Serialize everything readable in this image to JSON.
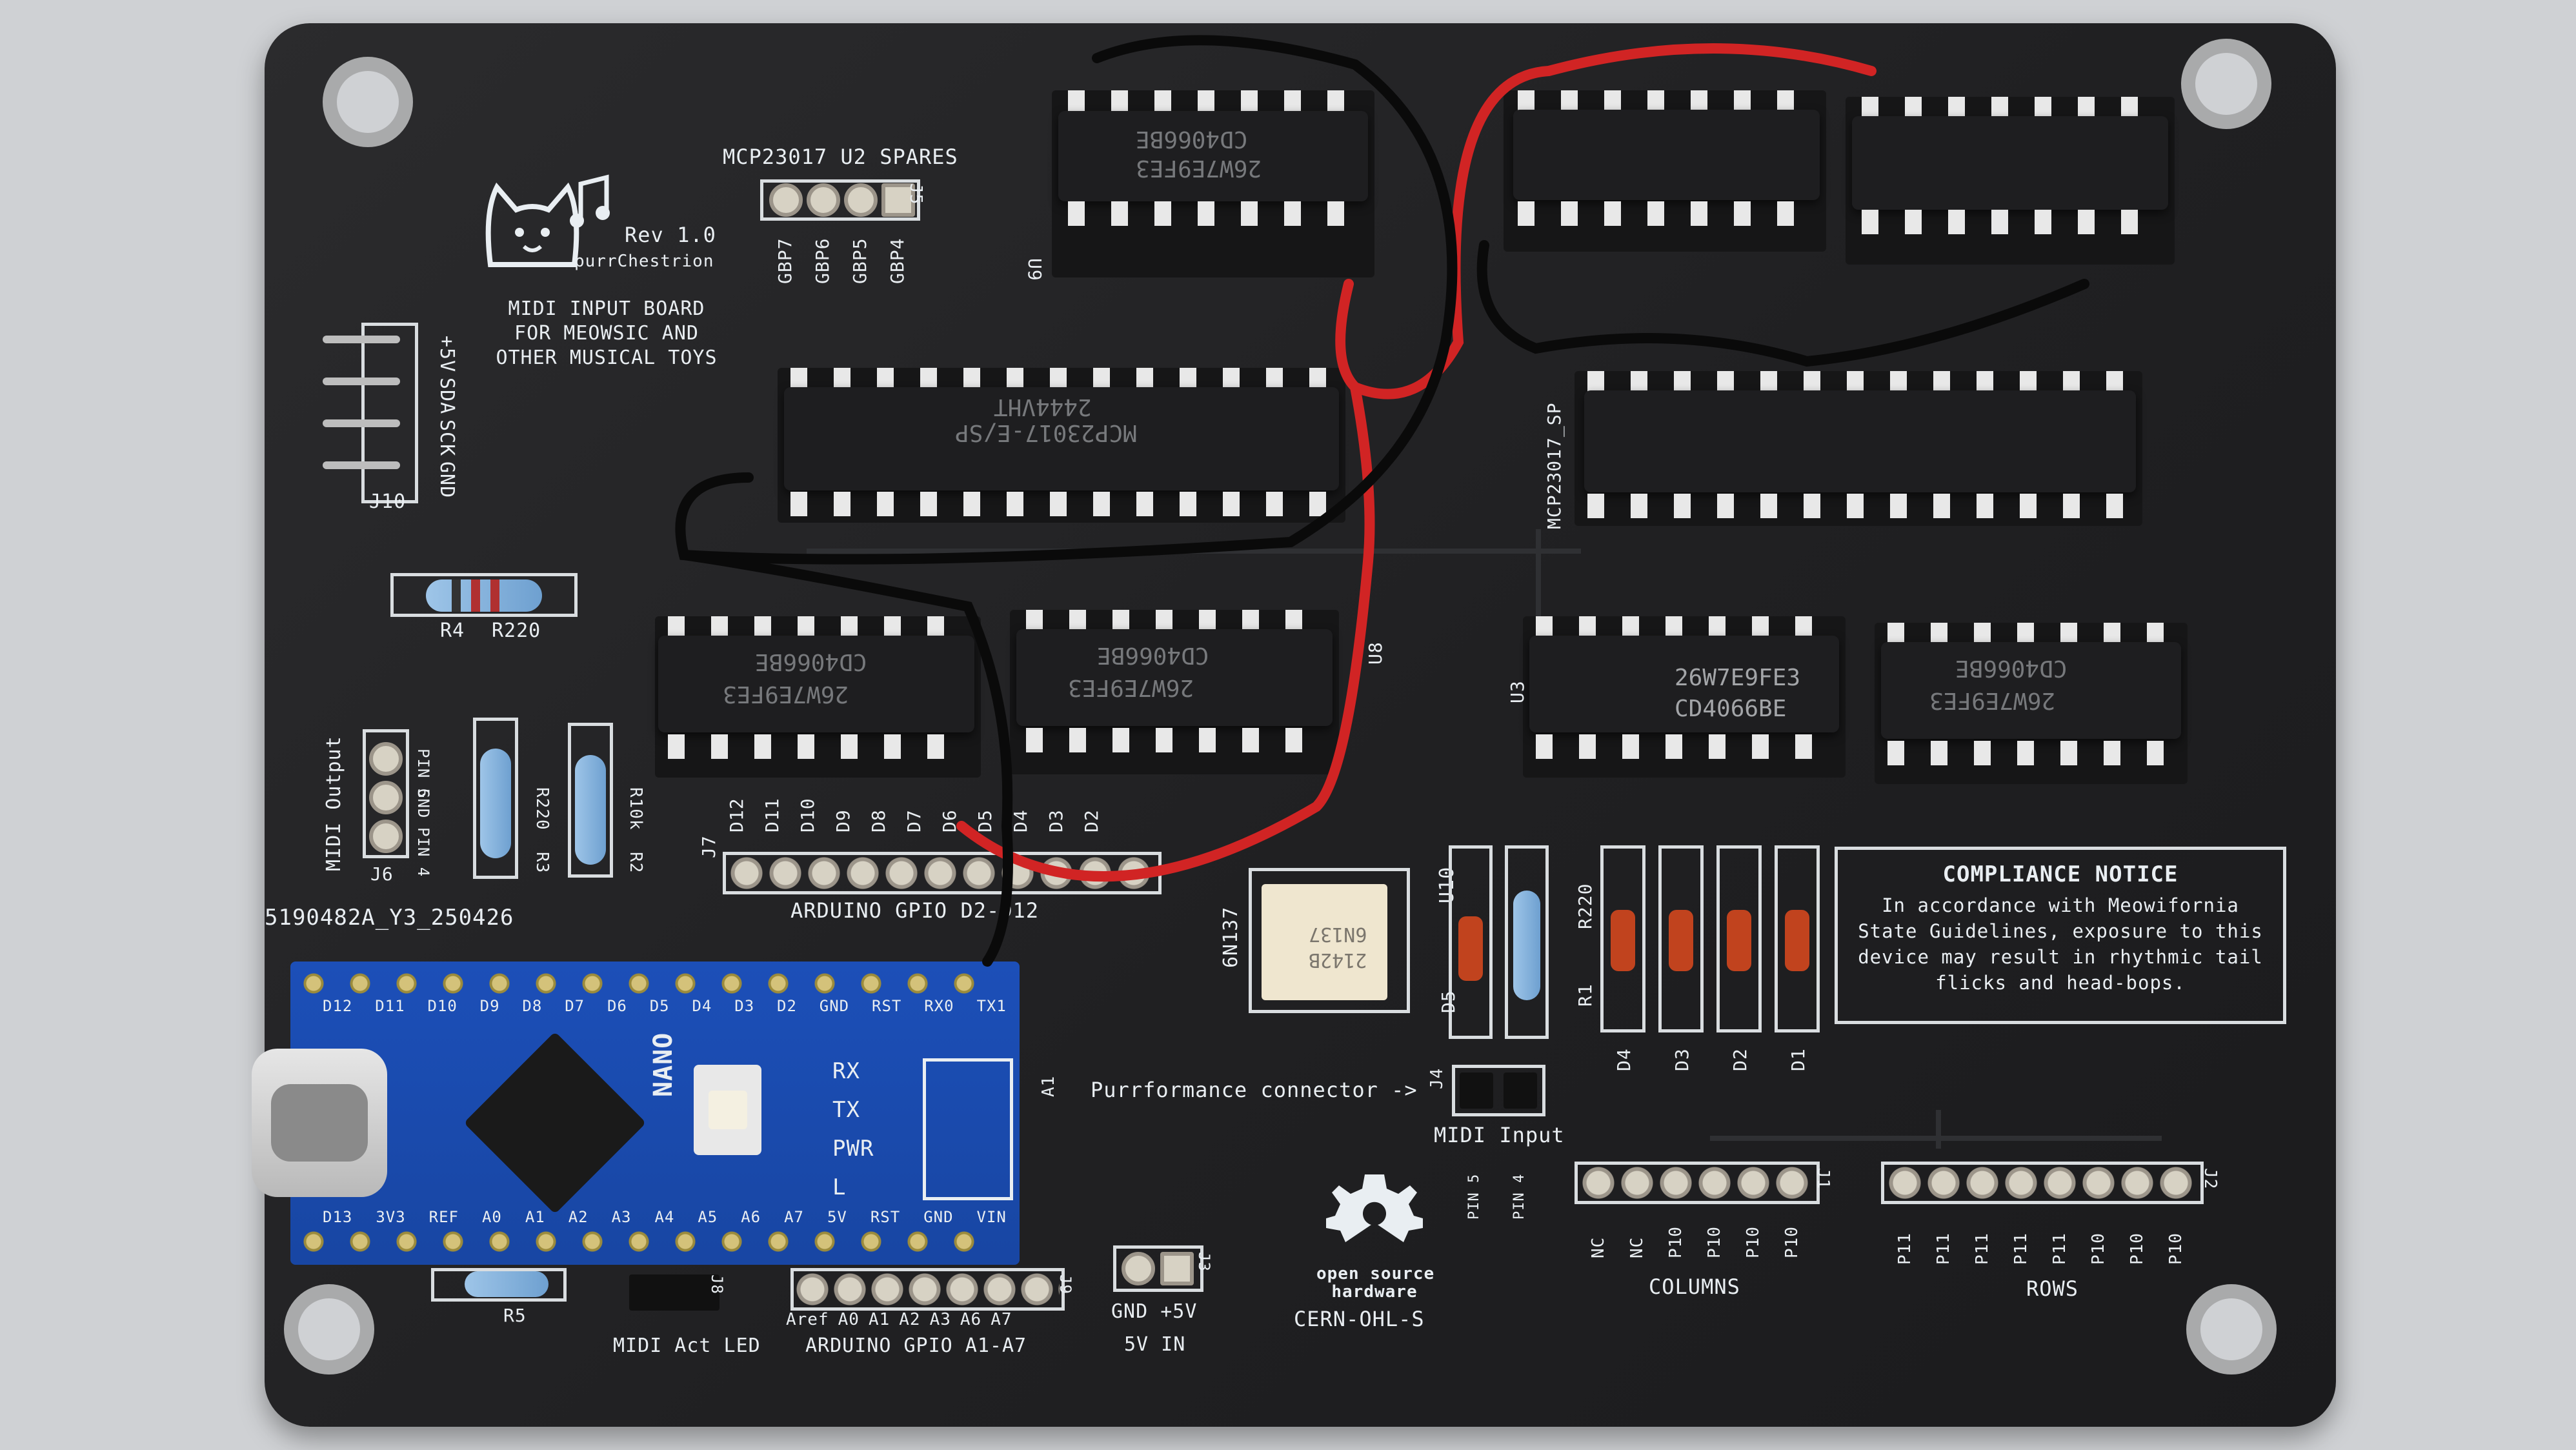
{
  "board": {
    "spares_title": "MCP23017 U2 SPARES",
    "spares_pins": [
      "GBP7",
      "GBP6",
      "GBP5",
      "GBP4"
    ],
    "spares_ref": "J5",
    "revision": "Rev 1.0",
    "brand": "purrChestrion",
    "description_lines": [
      "MIDI INPUT BOARD",
      "FOR MEOWSIC AND",
      "OTHER MUSICAL TOYS"
    ],
    "j10_pins": [
      "+5V",
      "SDA",
      "SCK",
      "GND"
    ],
    "j10_ref": "J10",
    "r4_label": "R4",
    "r4_value": "R220",
    "midi_output_title": "MIDI Output",
    "midi_output_pins": [
      "PIN 5",
      "GND",
      "PIN 4"
    ],
    "j6_ref": "J6",
    "r3_ref": "R3",
    "r3_value": "R220",
    "r2_ref": "R2",
    "r2_value": "R10k",
    "gpio_pins": [
      "D12",
      "D11",
      "D10",
      "D9",
      "D8",
      "D7",
      "D6",
      "D5",
      "D4",
      "D3",
      "D2"
    ],
    "j7_ref": "J7",
    "gpio_title": "ARDUINO GPIO D2-D12",
    "part_code": "5190482A_Y3_250426",
    "u9_ref": "U9",
    "u8_ref": "U8",
    "u3_ref": "U3",
    "u10_ref": "U10",
    "sp_ref": "MCP23017_SP",
    "optocoupler_ref": "6N137",
    "optocoupler_marking": [
      "6N137",
      "2142B"
    ],
    "d5_ref": "D5",
    "r1_ref": "R1",
    "r1_value": "R220",
    "diodes_refs": [
      "D4",
      "D3",
      "D2",
      "D1"
    ],
    "compliance_title": "COMPLIANCE NOTICE",
    "compliance_text": "In accordance with Meowifornia State Guidelines, exposure to this device may result in rhythmic tail flicks and head-bops.",
    "purrformance": "Purrformance connector ->",
    "j4_ref": "J4",
    "midi_input": "MIDI Input",
    "midi_input_pins": [
      "PIN 5",
      "PIN 4"
    ],
    "columns_pins": [
      "NC",
      "NC",
      "P10",
      "P10",
      "P10",
      "P10"
    ],
    "columns_title": "COLUMNS",
    "j1_ref": "J1",
    "rows_pins": [
      "P11",
      "P11",
      "P11",
      "P11",
      "P11",
      "P10",
      "P10",
      "P10"
    ],
    "rows_title": "ROWS",
    "j2_ref": "J2",
    "osh_lines": [
      "open source",
      "hardware"
    ],
    "license": "CERN-OHL-S",
    "power_pins": "GND +5V",
    "power_title": "5V IN",
    "j3_ref": "J3",
    "r5_ref": "R5",
    "midi_act_led": "MIDI Act LED",
    "j8_ref": "J8",
    "analog_pins": [
      "Aref",
      "A0",
      "A1",
      "A2",
      "A3",
      "A6",
      "A7"
    ],
    "analog_title": "ARDUINO GPIO A1-A7",
    "j9_ref": "J9",
    "a1_ref": "A1"
  },
  "chips": {
    "cd4066_marking": "CD4066BE",
    "ti_lot": "26W7E9FE3",
    "mcp_marking": "MCP23017-E/SP",
    "mcp_lot": "2444VHT"
  },
  "arduino": {
    "top_pins": [
      "D12",
      "D11",
      "D10",
      "D9",
      "D8",
      "D7",
      "D6",
      "D5",
      "D4",
      "D3",
      "D2",
      "GND",
      "RST",
      "RX0",
      "TX1"
    ],
    "bottom_pins": [
      "D13",
      "3V3",
      "REF",
      "A0",
      "A1",
      "A2",
      "A3",
      "A4",
      "A5",
      "A6",
      "A7",
      "5V",
      "RST",
      "GND",
      "VIN"
    ],
    "nano_label": "NANO",
    "leds": [
      "RX",
      "TX",
      "PWR",
      "L"
    ]
  },
  "colors": {
    "pcb": "#222224",
    "silkscreen": "#e9eef2",
    "arduino": "#1c4fb8",
    "wire_red": "#d12424"
  }
}
